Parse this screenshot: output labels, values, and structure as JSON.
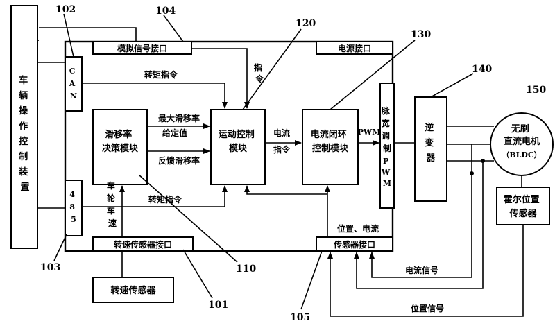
{
  "vehicle_box": {
    "label": [
      "车",
      "辆",
      "操",
      "作",
      "控",
      "制",
      "装",
      "置"
    ]
  },
  "can_box": {
    "label": [
      "C",
      "A",
      "N"
    ]
  },
  "rs485_box": {
    "label": [
      "4",
      "8",
      "5"
    ]
  },
  "analog_port": {
    "label": "模拟信号接口"
  },
  "power_port": {
    "label": "电源接口"
  },
  "speed_sensor_port": {
    "label": "转速传感器接口"
  },
  "pos_current_port": {
    "label": "传感器接口"
  },
  "pos_current_title": {
    "label": "位置、电流"
  },
  "slip_module": {
    "line1": "滑移率",
    "line2": "决策模块"
  },
  "motion_module": {
    "line1": "运动控制",
    "line2": "模块"
  },
  "current_loop_module": {
    "line1": "电流闭环",
    "line2": "控制模块"
  },
  "pwm_box": {
    "label": [
      "脉",
      "宽",
      "调",
      "制"
    ],
    "label2": [
      "P",
      "W",
      "M"
    ]
  },
  "inverter": {
    "label": [
      "逆",
      "变",
      "器"
    ]
  },
  "motor": {
    "line1": "无刷",
    "line2": "直流电机",
    "line3": "（BLDC）"
  },
  "hall_sensor": {
    "line1": "霍尔位置",
    "line2": "传感器"
  },
  "speed_sensor": {
    "label": "转速传感器"
  },
  "signals": {
    "torque_cmd_top": "转矩指令",
    "torque_cmd_bottom": "转矩指令",
    "command": [
      "指",
      "令"
    ],
    "max_slip": "最大滑移率",
    "given_value": "给定值",
    "feedback_slip": "反馈滑移率",
    "current_cmd_1": "电流",
    "current_cmd_2": "指令",
    "pwm": "PWM",
    "wheel_speed": [
      "车",
      "轮",
      "车",
      "速"
    ],
    "current_signal": "电流信号",
    "position_signal": "位置信号"
  },
  "refs": {
    "r101": "101",
    "r102": "102",
    "r103": "103",
    "r104": "104",
    "r105": "105",
    "r110": "110",
    "r120": "120",
    "r130": "130",
    "r140": "140",
    "r150": "150"
  }
}
